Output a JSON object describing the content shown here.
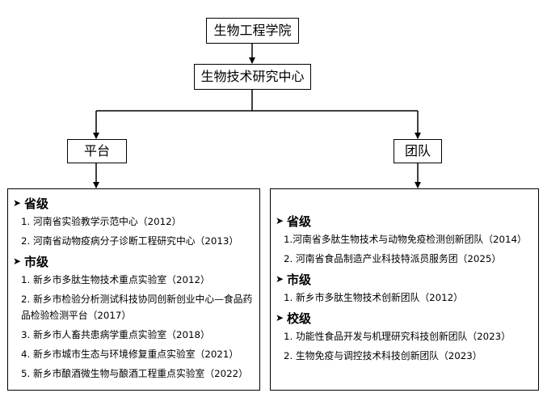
{
  "top_boxes": {
    "college": "生物工程学院",
    "center": "生物技术研究中心",
    "platform": "平台",
    "team": "团队"
  },
  "platform_panel": {
    "provincial_label": "省级",
    "provincial_items": [
      "1. 河南省实验教学示范中心（2012）",
      "2. 河南省动物疫病分子诊断工程研究中心（2013）"
    ],
    "municipal_label": "市级",
    "municipal_items": [
      "1. 新乡市多肽生物技术重点实验室（2012）",
      "2. 新乡市检验分析测试科技协同创新创业中心—食品药品检验检测平台（2017）",
      "3. 新乡市人畜共患病学重点实验室（2018）",
      "4. 新乡市城市生态与环境修复重点实验室（2021）",
      "5. 新乡市酿酒微生物与酿酒工程重点实验室（2022）"
    ]
  },
  "team_panel": {
    "provincial_label": "省级",
    "provincial_items": [
      "1.河南省多肽生物技术与动物免疫检测创新团队（2014）",
      "2. 河南省食品制造产业科技特派员服务团（2025）"
    ],
    "municipal_label": "市级",
    "municipal_items": [
      "1. 新乡市多肽生物技术创新团队（2012）"
    ],
    "school_label": "校级",
    "school_items": [
      "1. 功能性食品开发与机理研究科技创新团队（2023）",
      "2. 生物免疫与调控技术科技创新团队（2023）"
    ]
  },
  "bullet_icon": "arrowhead-bullet-icon"
}
